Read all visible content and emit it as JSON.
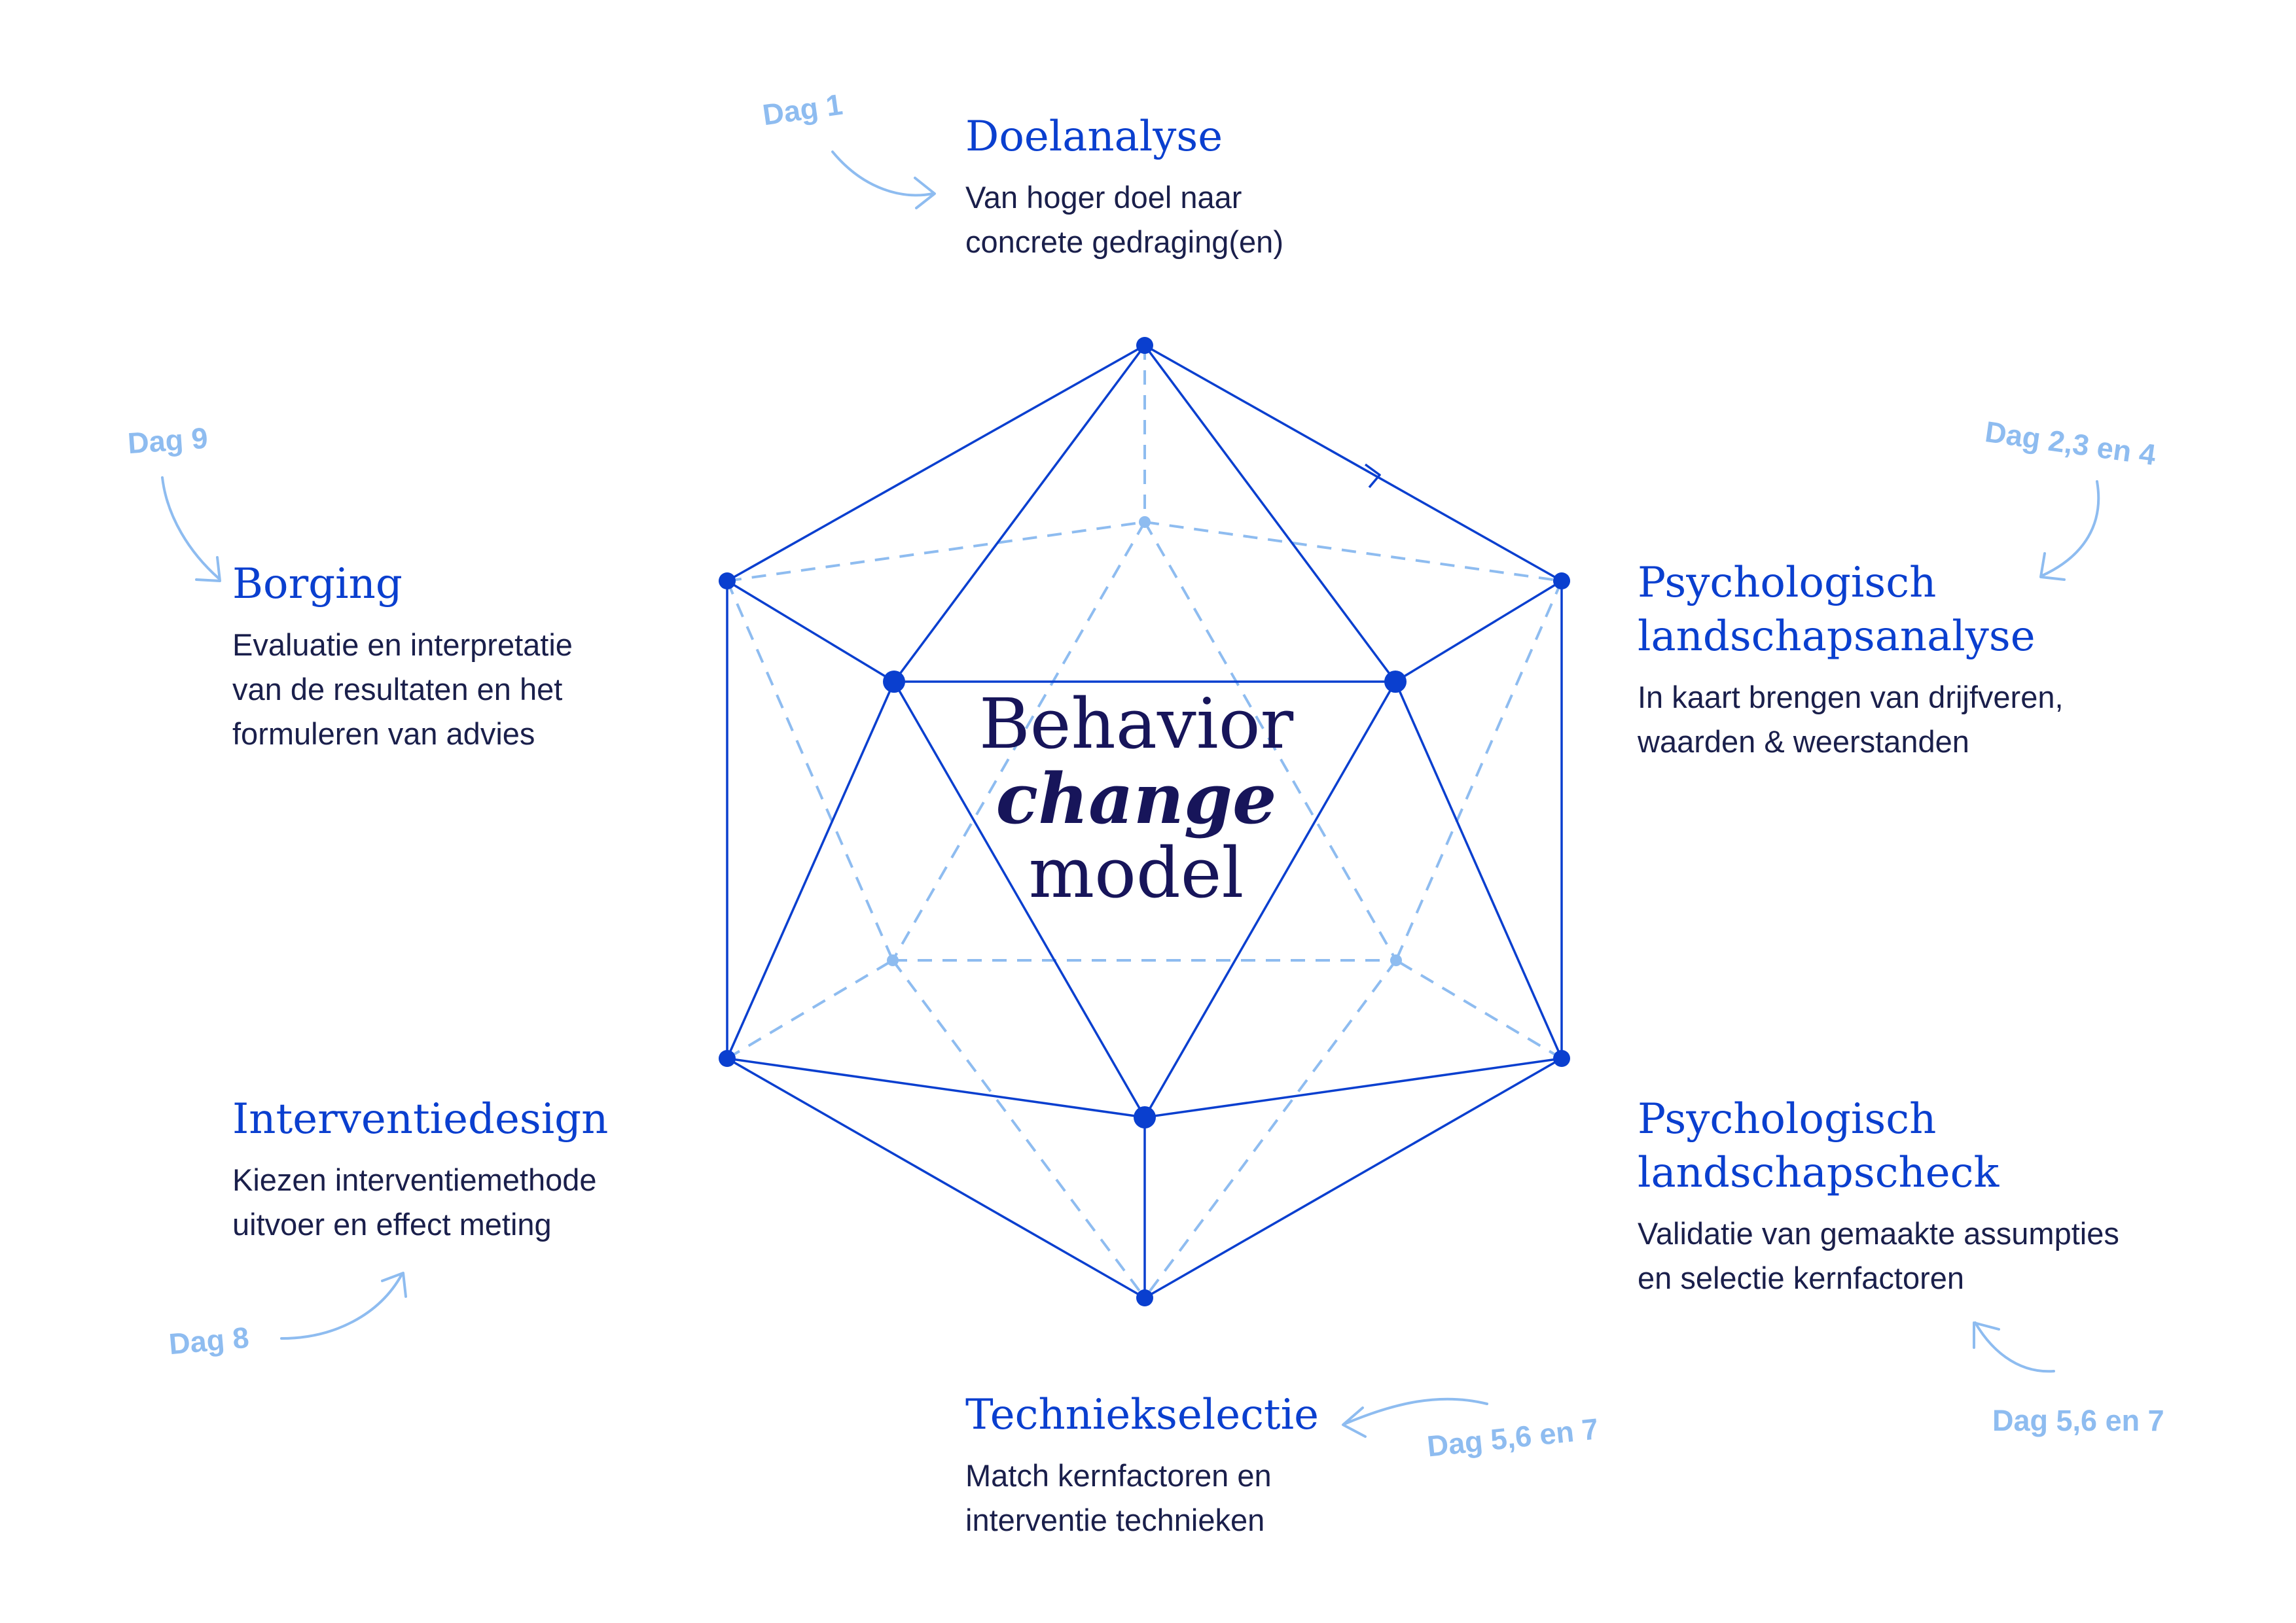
{
  "colors": {
    "title": "#0a3fcf",
    "text": "#1a1f4b",
    "day": "#8ebcf0",
    "line": "#0a3fcf",
    "dash": "#8ebcf0",
    "center": "#17155a"
  },
  "center": {
    "line1": "Behavior",
    "line2": "change",
    "line3": "model"
  },
  "steps": [
    {
      "title": "Doelanalyse",
      "desc": [
        "Van hoger doel naar",
        "concrete gedraging(en)"
      ],
      "day": "Dag 1"
    },
    {
      "title": "Psychologisch landschapsanalyse",
      "title_lines": [
        "Psychologisch",
        "landschapsanalyse"
      ],
      "desc": [
        "In kaart brengen van drijfveren,",
        "waarden & weerstanden"
      ],
      "day": "Dag 2,3 en 4"
    },
    {
      "title": "Psychologisch landschapscheck",
      "title_lines": [
        "Psychologisch",
        "landschapscheck"
      ],
      "desc": [
        "Validatie van gemaakte assumpties",
        "en selectie kernfactoren"
      ],
      "day": "Dag 5,6 en 7"
    },
    {
      "title": "Techniekselectie",
      "desc": [
        "Match kernfactoren en",
        "interventie technieken"
      ],
      "day": "Dag 5,6 en 7"
    },
    {
      "title": "Interventiedesign",
      "desc": [
        "Kiezen interventiemethode",
        "uitvoer en effect meting"
      ],
      "day": "Dag 8"
    },
    {
      "title": "Borging",
      "desc": [
        "Evaluatie en interpretatie",
        "van de resultaten en het",
        "formuleren van advies"
      ],
      "day": "Dag 9"
    }
  ]
}
